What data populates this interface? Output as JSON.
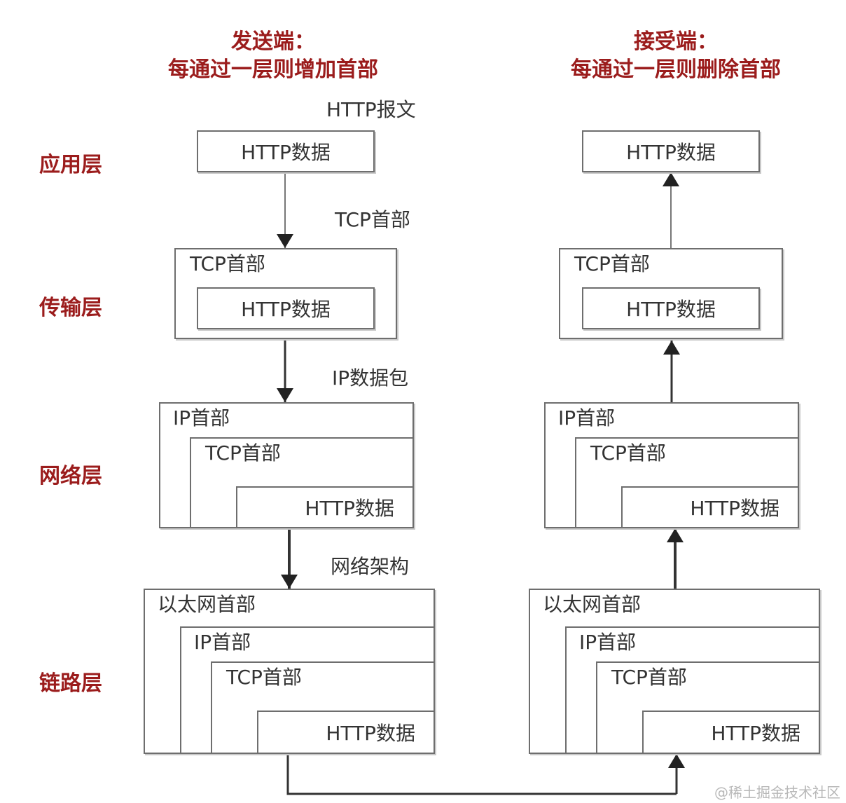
{
  "headings": {
    "sender_line1": "发送端：",
    "sender_line2": "每通过一层则增加首部",
    "receiver_line1": "接受端：",
    "receiver_line2": "每通过一层则删除首部"
  },
  "layers": {
    "application": "应用层",
    "transport": "传输层",
    "network": "网络层",
    "link": "链路层"
  },
  "annotations": {
    "http_message": "HTTP报文",
    "tcp_header": "TCP首部",
    "ip_packet": "IP数据包",
    "network_arch": "网络架构"
  },
  "labels": {
    "http_data": "HTTP数据",
    "tcp_header": "TCP首部",
    "ip_header": "IP首部",
    "ethernet_header": "以太网首部"
  },
  "watermark": "@稀土掘金技术社区",
  "colors": {
    "accent": "#9b1c1c",
    "line": "#6e6e6e",
    "text": "#333333"
  }
}
